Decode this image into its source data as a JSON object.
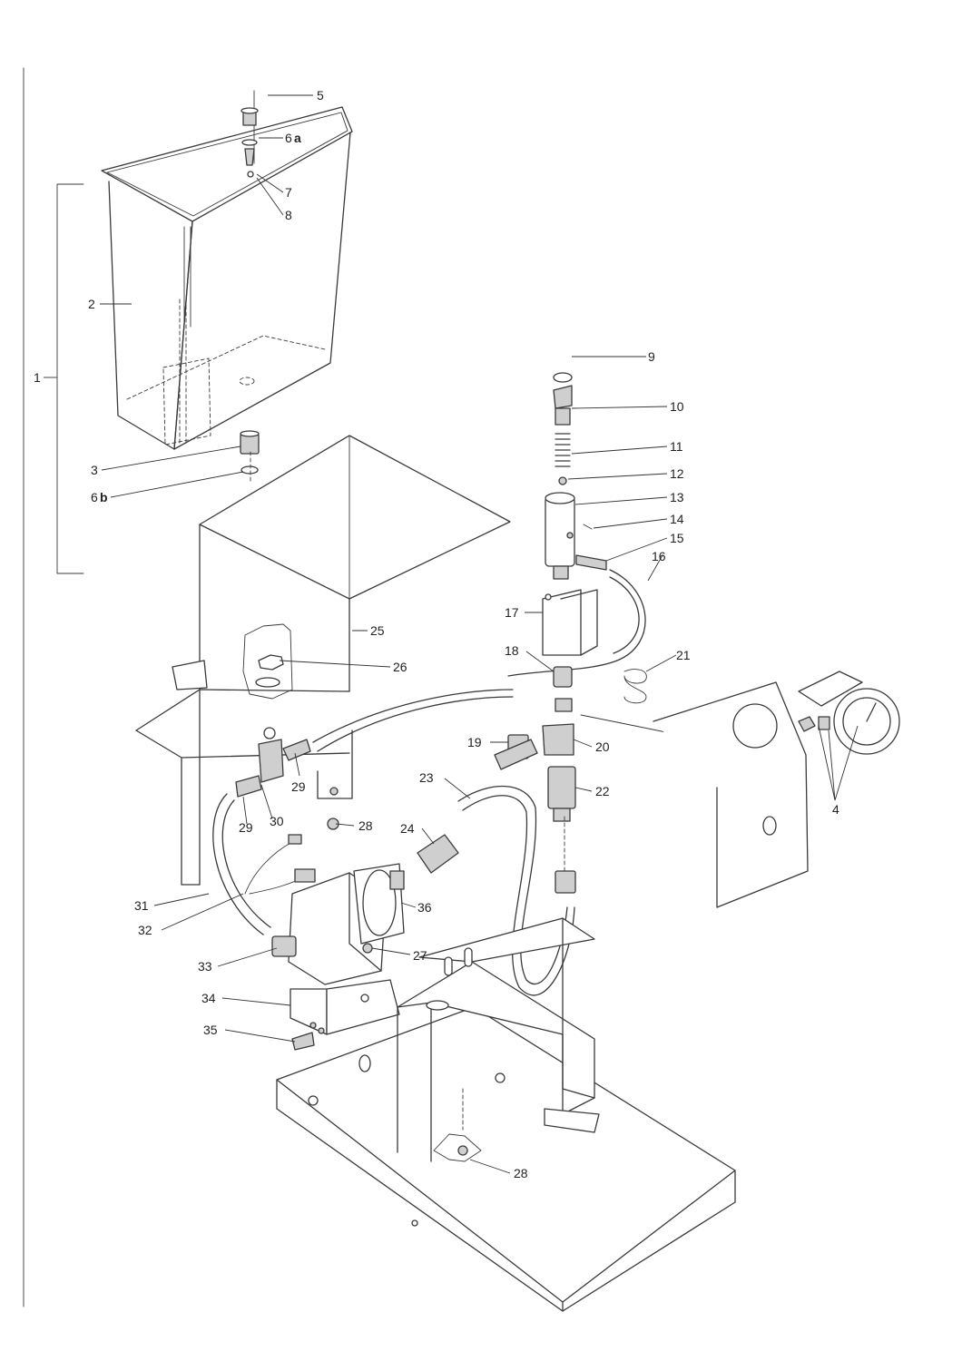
{
  "part_labels": {
    "p1": "1",
    "p2": "2",
    "p3": "3",
    "p4": "4",
    "p5": "5",
    "p6a_num": "6",
    "p6a_suffix": "a",
    "p6b_num": "6",
    "p6b_suffix": "b",
    "p7": "7",
    "p8": "8",
    "p9": "9",
    "p10": "10",
    "p11": "11",
    "p12": "12",
    "p13": "13",
    "p14": "14",
    "p15": "15",
    "p16": "16",
    "p17": "17",
    "p18": "18",
    "p19": "19",
    "p20": "20",
    "p21": "21",
    "p22": "22",
    "p23": "23",
    "p24": "24",
    "p25": "25",
    "p26": "26",
    "p27": "27",
    "p28a": "28",
    "p28b": "28",
    "p29a": "29",
    "p29b": "29",
    "p30": "30",
    "p31": "31",
    "p32": "32",
    "p33": "33",
    "p34": "34",
    "p35": "35",
    "p36": "36"
  },
  "colors": {
    "line": "#3a3a3a",
    "background": "#ffffff",
    "part_fill": "#cfcfcf"
  }
}
